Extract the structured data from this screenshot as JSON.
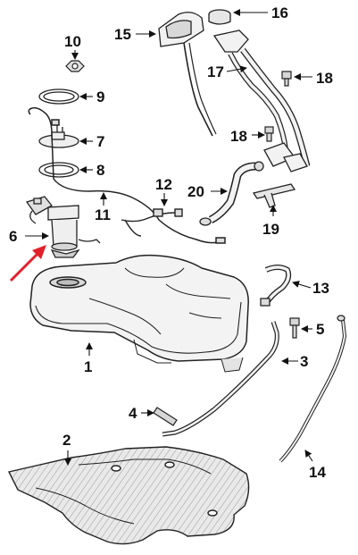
{
  "callouts": [
    {
      "id": "1",
      "label": "1"
    },
    {
      "id": "2",
      "label": "2"
    },
    {
      "id": "3",
      "label": "3"
    },
    {
      "id": "4",
      "label": "4"
    },
    {
      "id": "5",
      "label": "5"
    },
    {
      "id": "6",
      "label": "6"
    },
    {
      "id": "7",
      "label": "7"
    },
    {
      "id": "8",
      "label": "8"
    },
    {
      "id": "9",
      "label": "9"
    },
    {
      "id": "10",
      "label": "10"
    },
    {
      "id": "11",
      "label": "11"
    },
    {
      "id": "12",
      "label": "12"
    },
    {
      "id": "13",
      "label": "13"
    },
    {
      "id": "14",
      "label": "14"
    },
    {
      "id": "15",
      "label": "15"
    },
    {
      "id": "16",
      "label": "16"
    },
    {
      "id": "17",
      "label": "17"
    },
    {
      "id": "18a",
      "label": "18"
    },
    {
      "id": "18b",
      "label": "18"
    },
    {
      "id": "19",
      "label": "19"
    },
    {
      "id": "20",
      "label": "20"
    }
  ],
  "highlight": {
    "target": "6",
    "color": "#e0202a"
  },
  "colors": {
    "line": "#222222",
    "fill": "#f2f2f2",
    "shade": "#c9c9c9"
  }
}
